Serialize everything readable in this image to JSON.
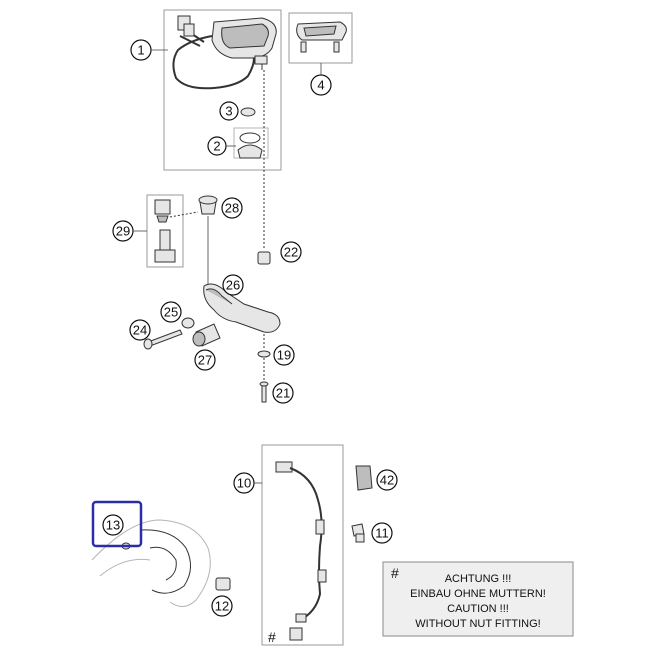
{
  "callouts": {
    "c1": "1",
    "c2": "2",
    "c3": "3",
    "c4": "4",
    "c10": "10",
    "c11": "11",
    "c12": "12",
    "c13": "13",
    "c19": "19",
    "c21": "21",
    "c22": "22",
    "c24": "24",
    "c25": "25",
    "c26": "26",
    "c27": "27",
    "c28": "28",
    "c29": "29",
    "c42": "42"
  },
  "note": {
    "symbol": "#",
    "line1": "ACHTUNG !!!",
    "line2": "EINBAU OHNE MUTTERN!",
    "line3": "CAUTION !!!",
    "line4": "WITHOUT NUT FITTING!"
  },
  "cable_mark": "#",
  "colors": {
    "highlight": "#2b2fa6",
    "note_background": "#efefef"
  }
}
